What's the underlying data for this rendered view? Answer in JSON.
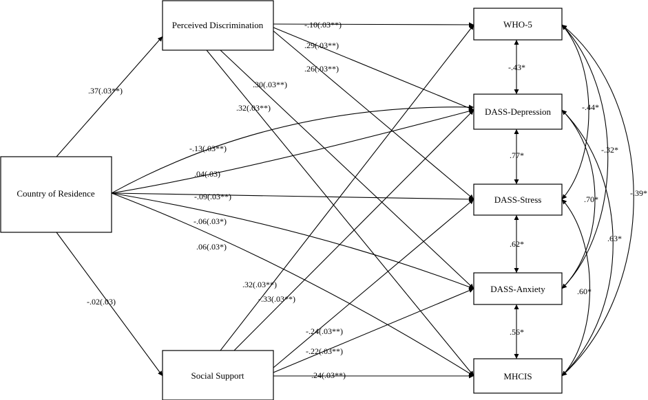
{
  "nodes": {
    "country": "Country of Residence",
    "perceived": "Perceived Discrimination",
    "social": "Social Support",
    "who5": "WHO-5",
    "depression": "DASS-Depression",
    "stress": "DASS-Stress",
    "anxiety": "DASS-Anxiety",
    "mhcis": "MHCIS"
  },
  "paths": {
    "country_perceived": ".37(.03**)",
    "country_social": "-.02(.03)",
    "country_who5": "-.13(.03**)",
    "country_depression": ".04(.03)",
    "country_stress": "-.09(.03**)",
    "country_anxiety": "-.06(.03*)",
    "country_mhcis": ".06(.03*)",
    "perceived_who5": "-.10(.03**)",
    "perceived_depression": ".29(.03**)",
    "perceived_stress": ".26(.03**)",
    "perceived_anxiety": ".30(.03**)",
    "perceived_mhcis": ".32(.03**)",
    "social_who5": ".32(.03**)",
    "social_depression": "-.33(.03**)",
    "social_stress": "-.24(.03**)",
    "social_anxiety": "-.22(.03**)",
    "social_mhcis": "-.24(.03**)"
  },
  "correlations": {
    "who5_depression": "-.43*",
    "depression_stress": ".77*",
    "stress_anxiety": ".62*",
    "anxiety_mhcis": ".56*",
    "who5_stress": "-.44*",
    "who5_anxiety": "-.32*",
    "who5_mhcis": "-.39*",
    "depression_anxiety": ".70*",
    "depression_mhcis": ".63*",
    "stress_mhcis": ".60*"
  }
}
